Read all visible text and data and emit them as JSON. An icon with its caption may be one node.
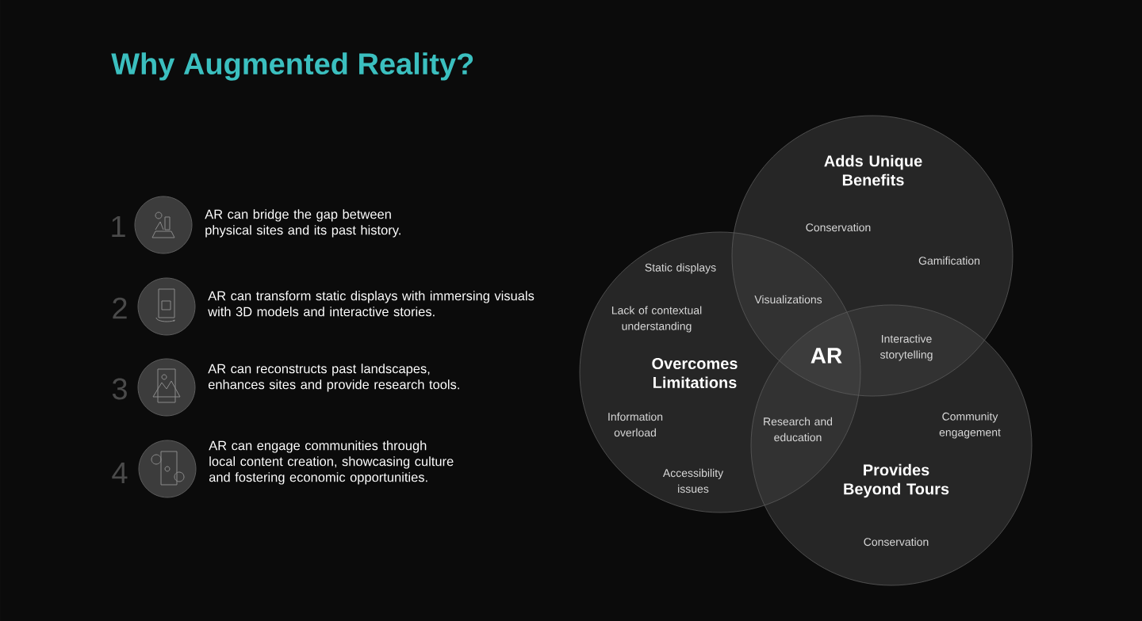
{
  "diagram": {
    "title": "Why Augmented Reality?",
    "nodes": [
      {
        "text": [
          "Adds Unique Benefits"
        ]
      },
      {
        "text": [
          "Overcomes Limitations"
        ]
      },
      {
        "text": [
          "Provides Beyond Tours"
        ]
      }
    ],
    "labels": [
      "1",
      "AR can bridge the gap between physical sites and its past history.",
      "2",
      "AR can transform static displays with immersing visuals with 3D models and interactive stories.",
      "3",
      "AR can reconstructs past landscapes, enhances sites and provide research tools.",
      "4",
      "AR can engage communities through local content creation, showcasing culture and fostering economic opportunities.",
      "Conservation",
      "Gamification",
      "Static displays",
      "Visualizations",
      "Lack of contextual understanding",
      "AR",
      "Interactive storytelling",
      "Information overload",
      "Research and education",
      "Community engagement",
      "Accessibility issues",
      "Conservation"
    ]
  }
}
